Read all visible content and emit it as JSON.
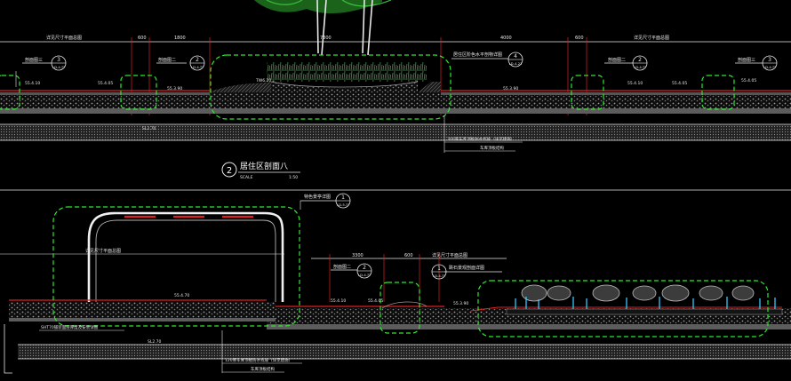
{
  "section_a": {
    "title_number": "2",
    "title": "居住区剖面八",
    "scale_label": "SCALE",
    "scale_value": "1:50",
    "dims": {
      "d1": "详见尺寸平面总图",
      "d2": "600",
      "d3": "1800",
      "d4": "7300",
      "d5": "4000",
      "d6": "600",
      "d7": "详见尺寸平面总图"
    },
    "callouts": [
      {
        "label": "剖面图三",
        "num": "3",
        "ref": "LD-4.??"
      },
      {
        "label": "剖面图二",
        "num": "2",
        "ref": "LD-4.??"
      },
      {
        "label": "居住区阶色水平剖物详图",
        "num": "4",
        "ref": "LD-4.21"
      },
      {
        "label": "剖面图二",
        "num": "2",
        "ref": "LD-4.??"
      },
      {
        "label": "剖面图三",
        "num": "3",
        "ref": "LD-4.??"
      }
    ],
    "elevations": {
      "e1": "55.4.10",
      "e2": "55.4.05",
      "e3": "55.3.90",
      "e4": "TW6.20",
      "e5": "55.3.90",
      "e6": "55.4.10",
      "e7": "55.4.05",
      "e8": "55.4.05",
      "e9": "SL2.70"
    },
    "notes": {
      "n1": "300厚车库顶板防水找坡（详见建施）",
      "n2": "车库顶板结构"
    }
  },
  "section_b": {
    "callouts": [
      {
        "label": "特色景亭详图",
        "num": "1",
        "ref": "LD-5.??"
      },
      {
        "label": "剖面图二",
        "num": "2",
        "ref": "LD-4.??"
      },
      {
        "label": "跌石景观剖面详图",
        "num": "1",
        "ref": "LD-4.??"
      }
    ],
    "dims": {
      "d1": "详见尺寸平面总图",
      "d2": "3300",
      "d3": "600",
      "d4": "详见尺寸平面总图"
    },
    "elevations": {
      "e1": "55.4.70",
      "e2": "55.4.10",
      "e3": "55.4.05",
      "e4": "55.3.90",
      "e5": "SL2.70"
    },
    "notes": {
      "n1": "SHT70铺装面层厚度及安装详图",
      "n2": "120厚车库顶板防水找坡（详见建施）",
      "n3": "车库顶板结构"
    }
  },
  "colors": {
    "background": "#000000",
    "green_outline": "#2ee82e",
    "red_level": "#e02020",
    "white_line": "#f0f0f0",
    "cyan_detail": "#33c7ff",
    "gray_hatch": "#8a8a8a"
  }
}
